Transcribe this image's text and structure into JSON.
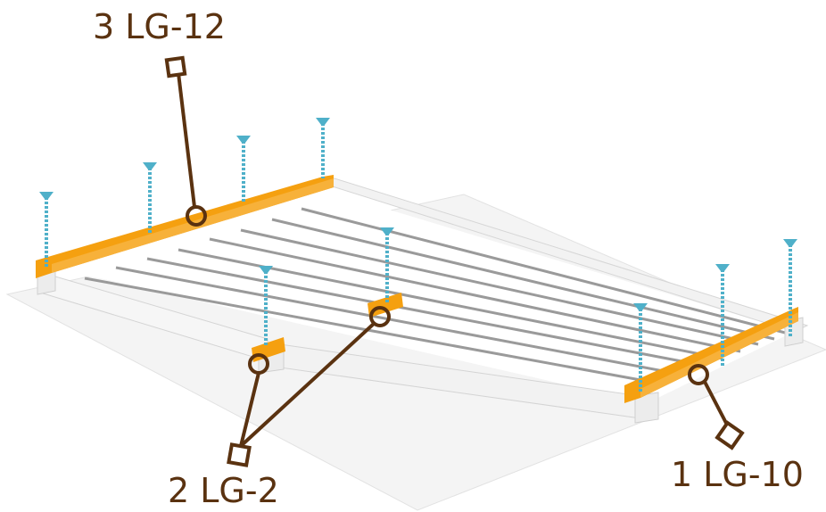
{
  "callouts": {
    "top": {
      "text": "3 LG-12"
    },
    "middle": {
      "text": "2 LG-2"
    },
    "right": {
      "text": "1 LG-10"
    }
  },
  "colors": {
    "bracket": "#f5a010",
    "screw": "#4fb0c9",
    "leader": "#5a3210",
    "frame": "#eeeeee",
    "platform": "#f4f4f4"
  }
}
